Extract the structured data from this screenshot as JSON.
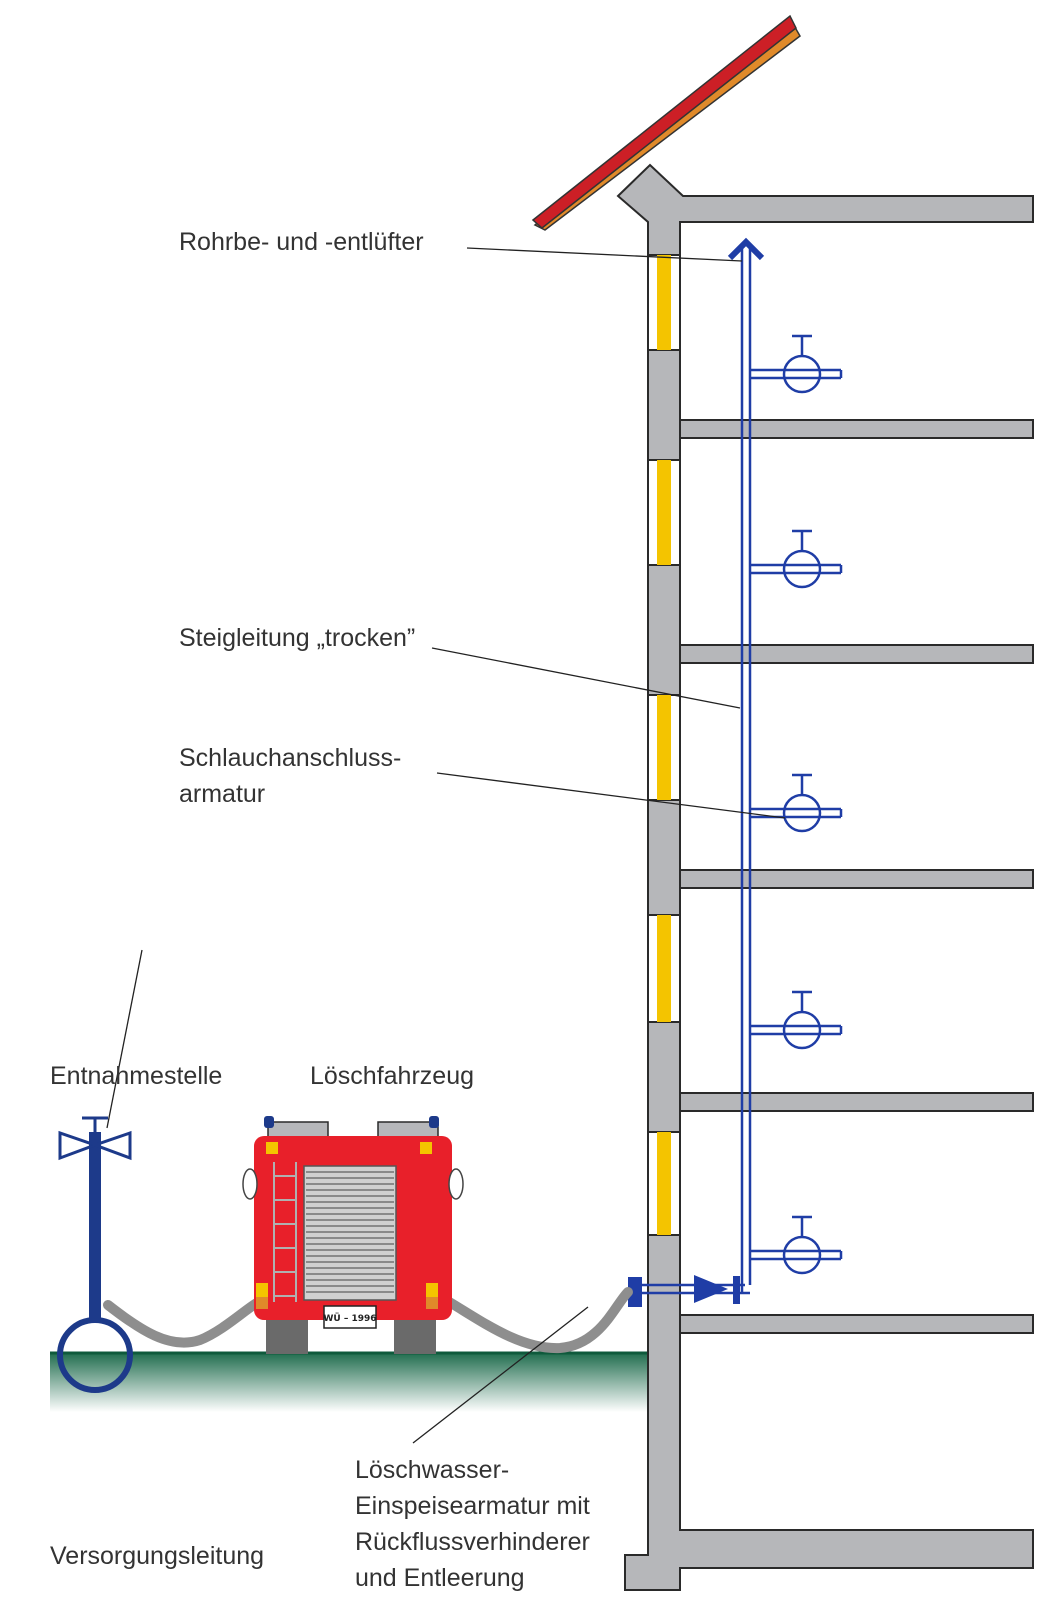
{
  "labels": {
    "rohrbe": "Rohrbe- und -entlüfter",
    "steigleitung": "Steigleitung „trocken”",
    "schlauch_1": "Schlauchanschluss-",
    "schlauch_2": "armatur",
    "entnahme": "Entnahmestelle",
    "loeschfahrzeug": "Löschfahrzeug",
    "einspeise_1": "Löschwasser-",
    "einspeise_2": "Einspeisearmatur mit",
    "einspeise_3": "Rückflussverhinderer",
    "einspeise_4": "und Entleerung",
    "versorgung": "Versorgungsleitung",
    "license_plate": "WÜ – 1996"
  },
  "icons": {
    "hydrant": "hydrant-icon",
    "fire_truck": "fire-truck-icon",
    "hose_valve": "hose-valve-icon",
    "check_valve": "check-valve-icon",
    "air_vent": "air-vent-icon"
  },
  "colors": {
    "pipe": "#1f3da6",
    "hydrant": "#1d3a8a",
    "wall": "#b6b7ba",
    "wall_outline": "#2a2a2a",
    "window": "#f4c400",
    "roof": "#cc1f26",
    "roof_underside": "#e08a2a",
    "truck": "#e8202a",
    "hose": "#8e8e8e",
    "ground_top": "#1d6b4c",
    "ground_fade": "#ffffff"
  }
}
